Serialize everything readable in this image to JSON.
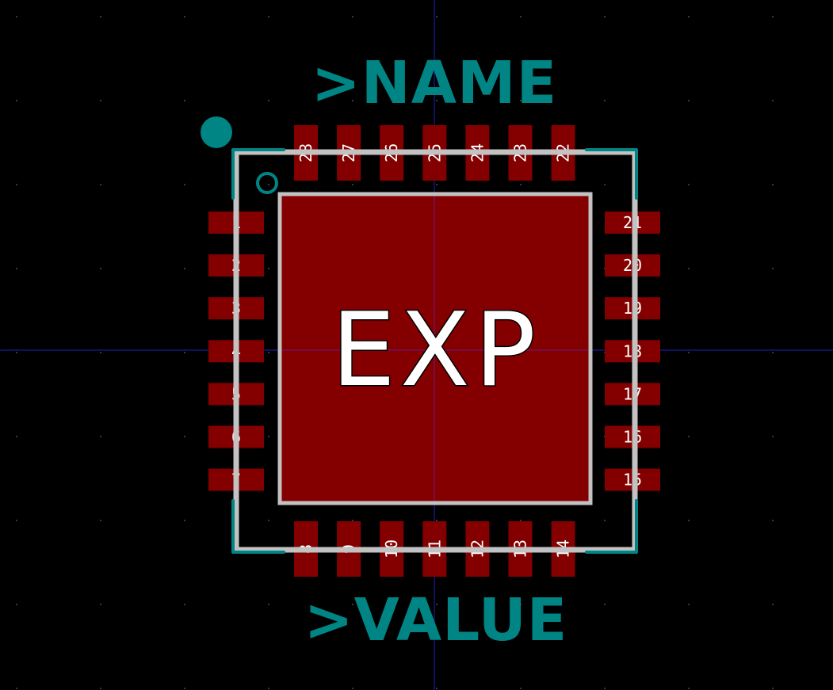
{
  "footprint": {
    "name_ref": ">NAME",
    "value_ref": ">VALUE",
    "exposed_pad_label": "EXP",
    "pins": {
      "left": [
        "1",
        "2",
        "3",
        "4",
        "5",
        "6",
        "7"
      ],
      "bottom": [
        "8",
        "9",
        "10",
        "11",
        "12",
        "13",
        "14"
      ],
      "right": [
        "15",
        "16",
        "17",
        "18",
        "19",
        "20",
        "21"
      ],
      "top": [
        "22",
        "23",
        "24",
        "25",
        "26",
        "27",
        "28"
      ]
    }
  },
  "colors": {
    "background": "#000000",
    "pad": "#840000",
    "silkscreen": "#008484",
    "fab_outline": "#c2c2c2",
    "pad_text": "#ffffff",
    "grid_dot": "#3a3a3a",
    "crosshair": "#2020c0"
  }
}
